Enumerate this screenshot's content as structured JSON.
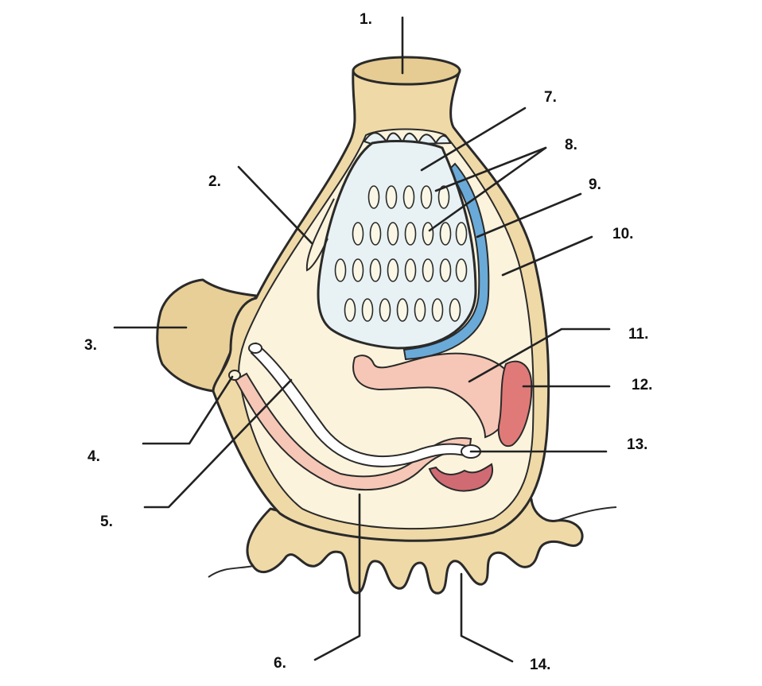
{
  "labels": {
    "l1": "1.",
    "l2": "2.",
    "l3": "3.",
    "l4": "4.",
    "l5": "5.",
    "l6": "6.",
    "l7": "7.",
    "l8": "8.",
    "l9": "9.",
    "l10": "10.",
    "l11": "11.",
    "l12": "12.",
    "l13": "13.",
    "l14": "14."
  },
  "colors": {
    "tunic": "#efd9a7",
    "body": "#fbf3dc",
    "pharynx": "#e8f2f4",
    "endostyle": "#6aaad8",
    "gut": "#f6c7b6",
    "gonad": "#e07a78",
    "gonad_dark": "#d06b74",
    "outline": "#2a2a2a"
  }
}
